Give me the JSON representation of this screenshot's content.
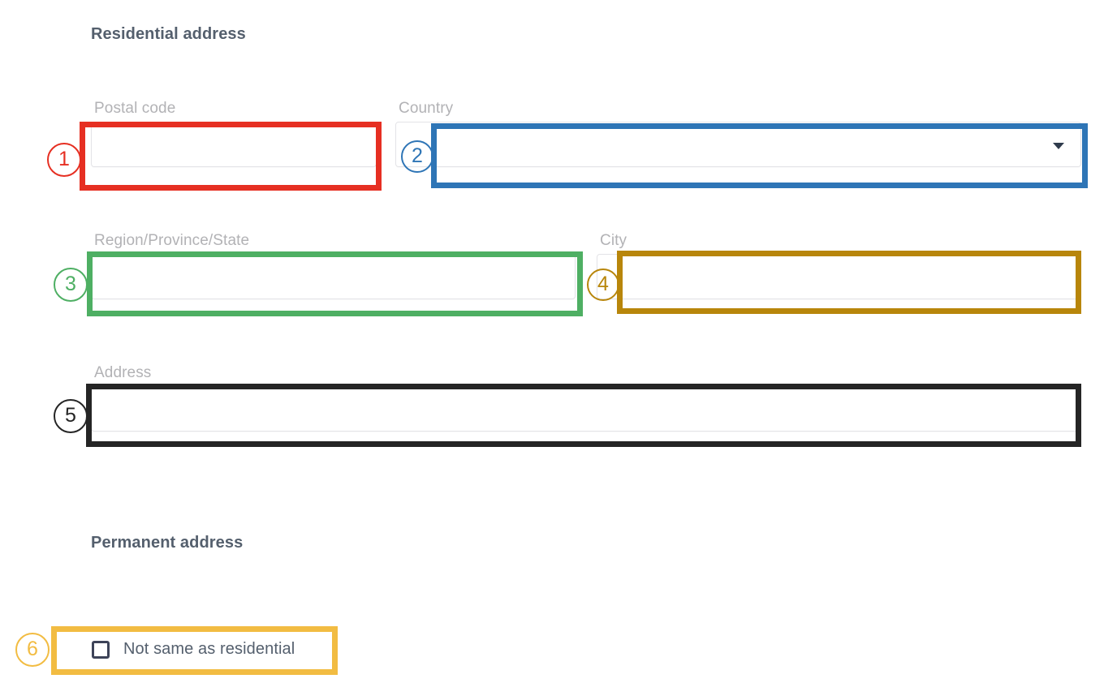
{
  "sections": [
    {
      "id": "residential",
      "title": "Residential address"
    },
    {
      "id": "permanent",
      "title": "Permanent address"
    }
  ],
  "fields": [
    {
      "id": "postal_code",
      "label": "Postal code",
      "value": "",
      "placeholder": "",
      "type": "text"
    },
    {
      "id": "country",
      "label": "Country",
      "value": "",
      "placeholder": "",
      "type": "select",
      "icon": "chevron-down-icon"
    },
    {
      "id": "region",
      "label": "Region/Province/State",
      "value": "",
      "placeholder": "",
      "type": "text"
    },
    {
      "id": "city",
      "label": "City",
      "value": "",
      "placeholder": "",
      "type": "text"
    },
    {
      "id": "address",
      "label": "Address",
      "value": "",
      "placeholder": "",
      "type": "text"
    }
  ],
  "checkbox": {
    "label": "Not same as residential",
    "checked": false
  },
  "annotations": [
    {
      "number": "①",
      "digit": "1",
      "color": "#e62f22",
      "target": "postal_code"
    },
    {
      "number": "②",
      "digit": "2",
      "color": "#2e75b6",
      "target": "country"
    },
    {
      "number": "③",
      "digit": "3",
      "color": "#4eaf63",
      "target": "region"
    },
    {
      "number": "④",
      "digit": "4",
      "color": "#b8860b",
      "target": "city"
    },
    {
      "number": "⑤",
      "digit": "5",
      "color": "#252525",
      "target": "address"
    },
    {
      "number": "⑥",
      "digit": "6",
      "color": "#f2bc42",
      "target": "not_same_as_residential"
    }
  ],
  "colors": {
    "heading_text": "#545f6d",
    "label_text": "#b2b2b5",
    "input_border": "#e3e3e7",
    "checkbox_border": "#3d4358",
    "background": "#ffffff"
  }
}
